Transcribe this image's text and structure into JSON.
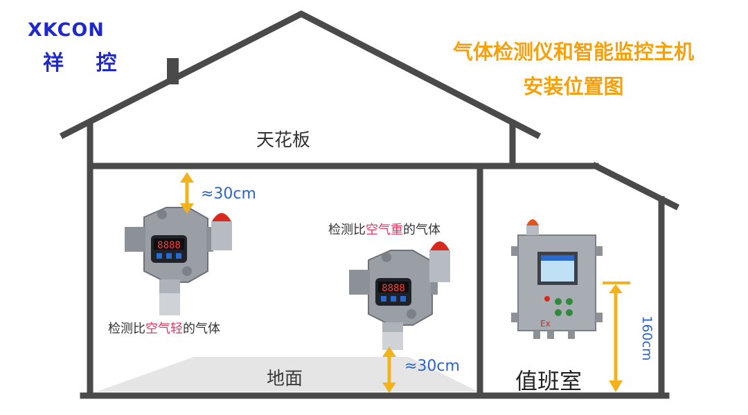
{
  "brand": {
    "latin": "XKCON",
    "chinese": "祥 控"
  },
  "title": {
    "line1": "气体检测仪和智能监控主机",
    "line2": "安装位置图"
  },
  "labels": {
    "ceiling": "天花板",
    "floor": "地面",
    "duty_room": "值班室"
  },
  "dimensions": {
    "top_gap": "≈30cm",
    "bottom_gap": "≈30cm",
    "host_height": "160cm"
  },
  "gas_heavy": {
    "prefix": "检测比",
    "highlight": "空气重",
    "suffix": "的气体"
  },
  "gas_light": {
    "prefix": "检测比",
    "highlight": "空气轻",
    "suffix": "的气体"
  },
  "detector_display": "8888",
  "panel_mark": "Ex",
  "colors": {
    "accent_title": "#f4a10c",
    "brand_blue": "#1f29c9",
    "arrow_yellow": "#f2b21b",
    "dimension_blue": "#2b63c8",
    "highlight_red": "#e5365f",
    "house_line": "#4a4a4a"
  }
}
